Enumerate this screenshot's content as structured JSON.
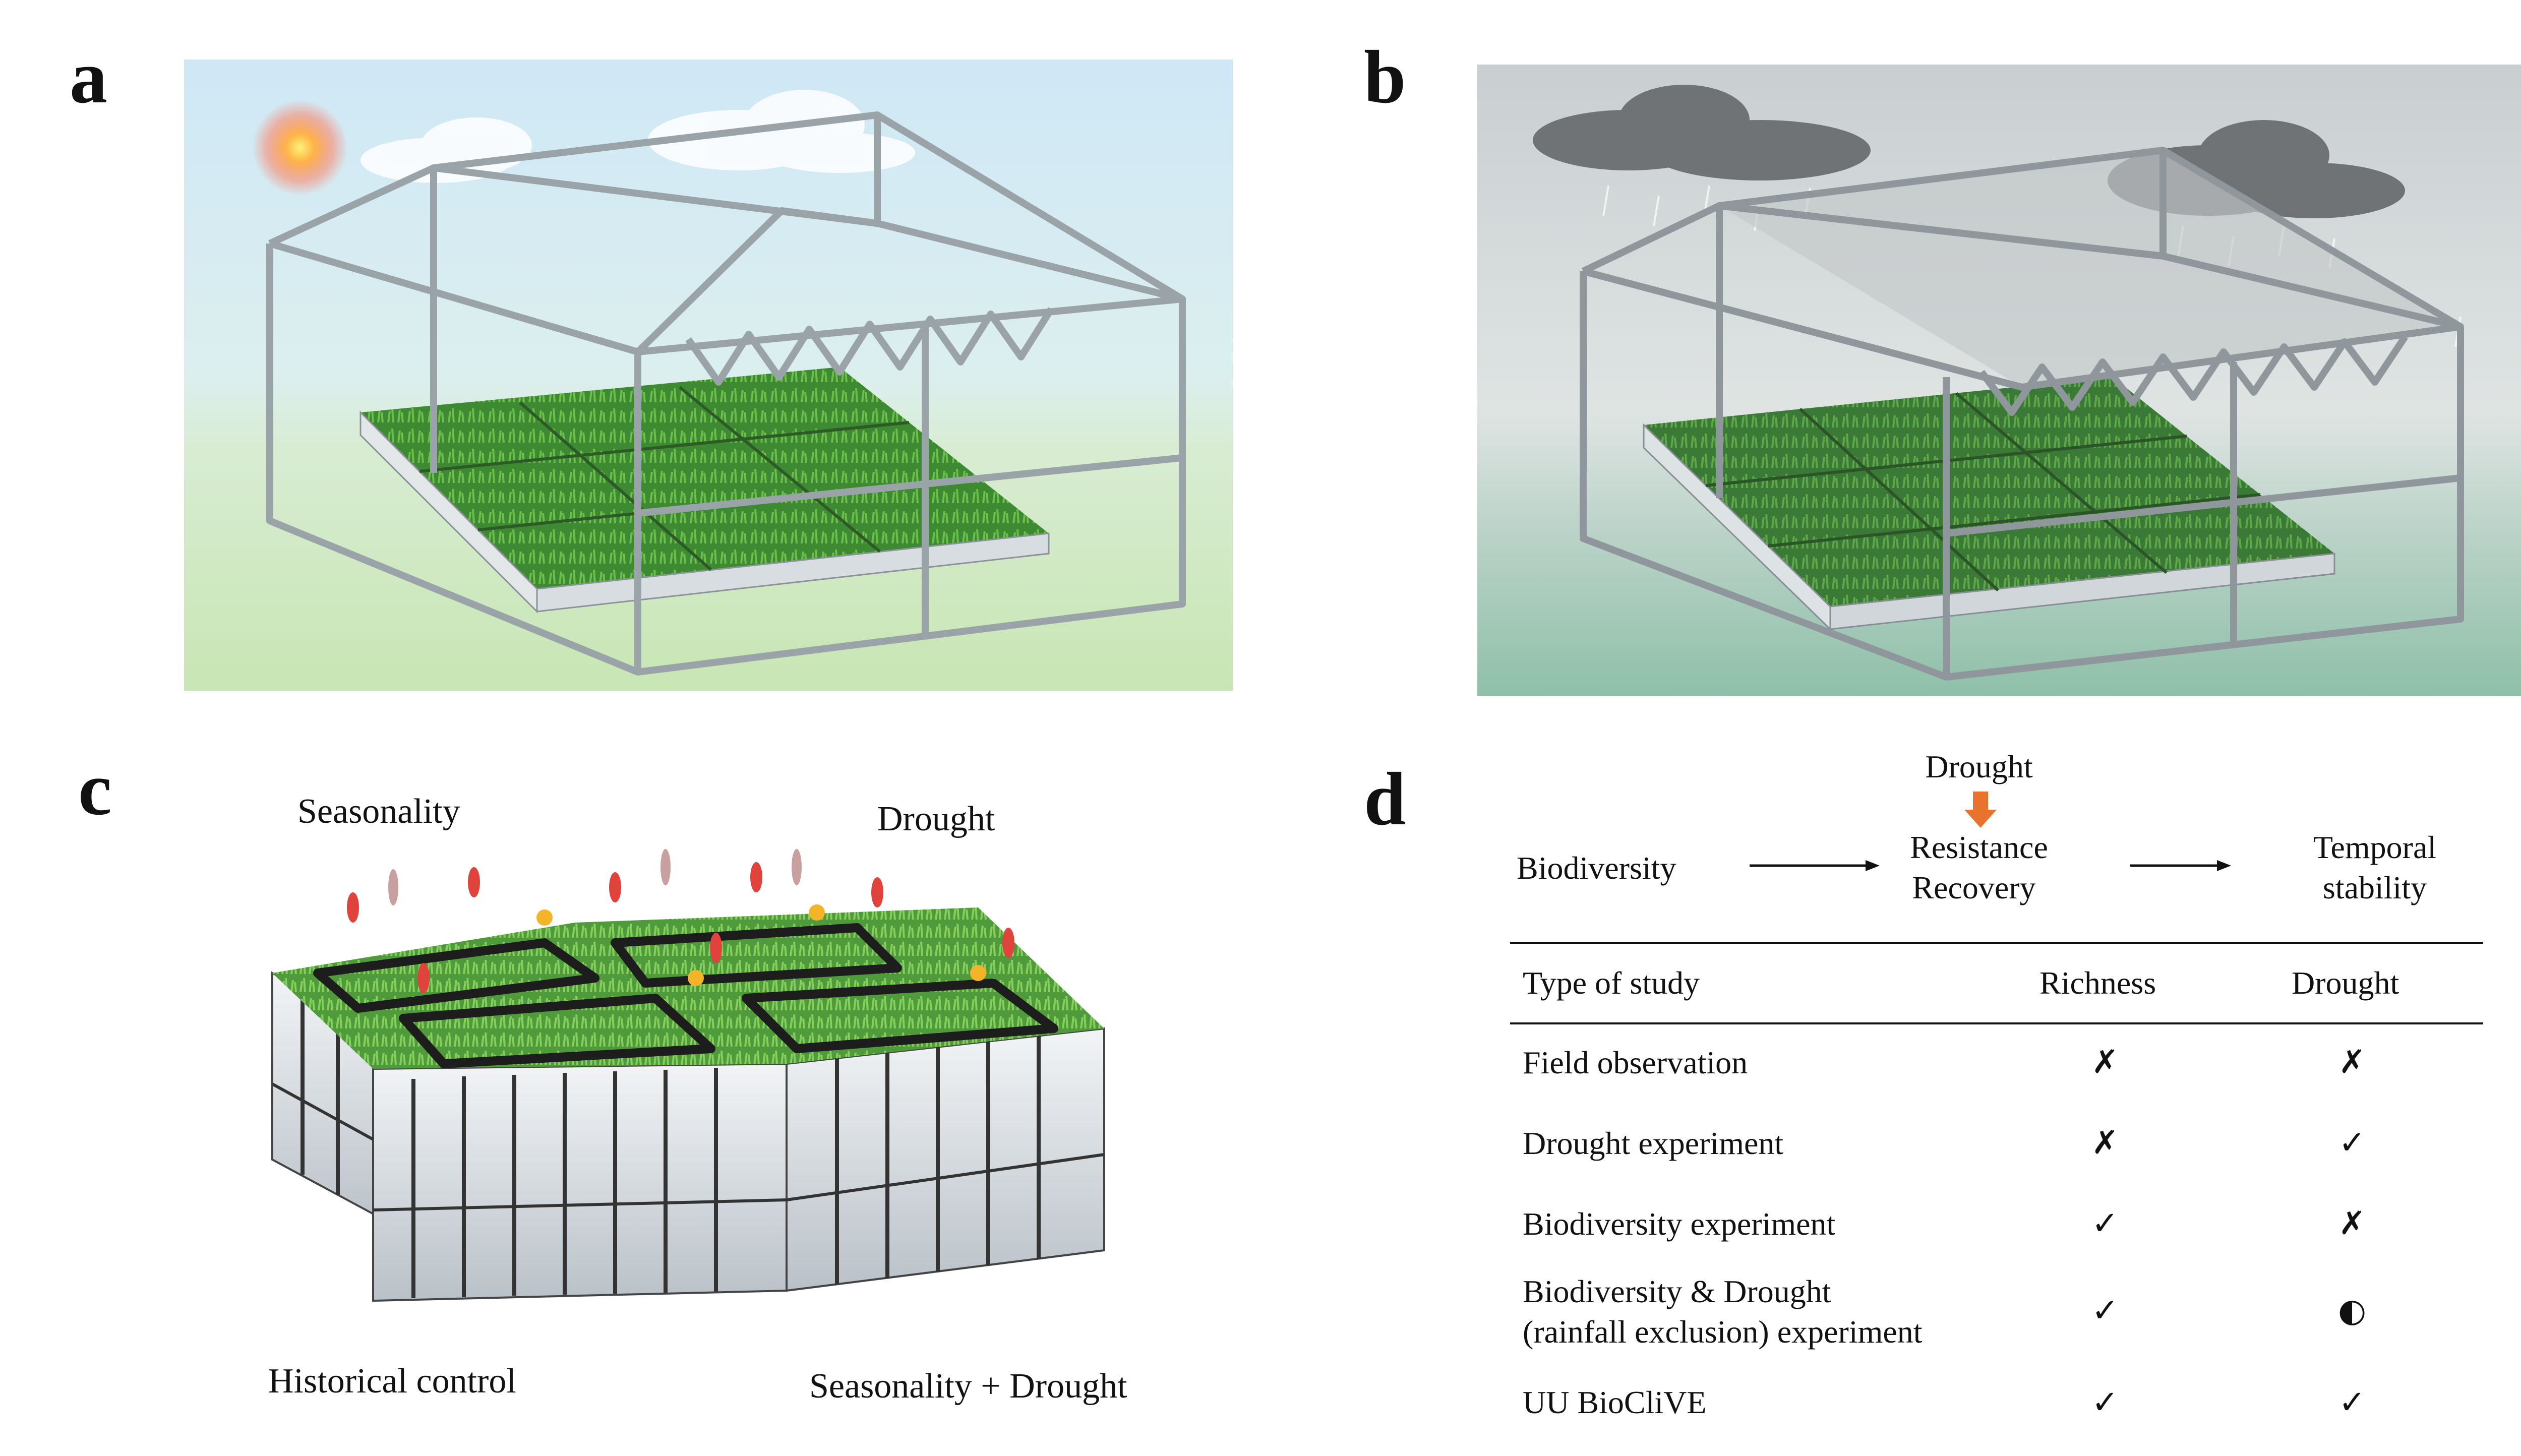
{
  "panel_labels": {
    "a": "a",
    "b": "b",
    "c": "c",
    "d": "d"
  },
  "panel_c": {
    "top_left": "Seasonality",
    "top_right": "Drought",
    "bottom_left": "Historical control",
    "bottom_right": "Seasonality + Drought"
  },
  "panel_d": {
    "flow": {
      "biodiversity": "Biodiversity",
      "drought": "Drought",
      "resistance": "Resistance",
      "recovery": "Recovery",
      "temporal": "Temporal",
      "stability": "stability"
    },
    "table": {
      "headers": [
        "Type of study",
        "Richness",
        "Drought"
      ],
      "rows": [
        {
          "study": [
            "Field observation"
          ],
          "richness": "✗",
          "drought": "✗"
        },
        {
          "study": [
            "Drought experiment"
          ],
          "richness": "✗",
          "drought": "✓"
        },
        {
          "study": [
            "Biodiversity experiment"
          ],
          "richness": "✓",
          "drought": "✗"
        },
        {
          "study": [
            "Biodiversity & Drought",
            "(rainfall exclusion) experiment"
          ],
          "richness": "✓",
          "drought": "◐"
        },
        {
          "study": [
            "UU BioCliVE"
          ],
          "richness": "✓",
          "drought": "✓"
        }
      ]
    },
    "colors": {
      "drought_arrow": "#e8732e"
    }
  }
}
